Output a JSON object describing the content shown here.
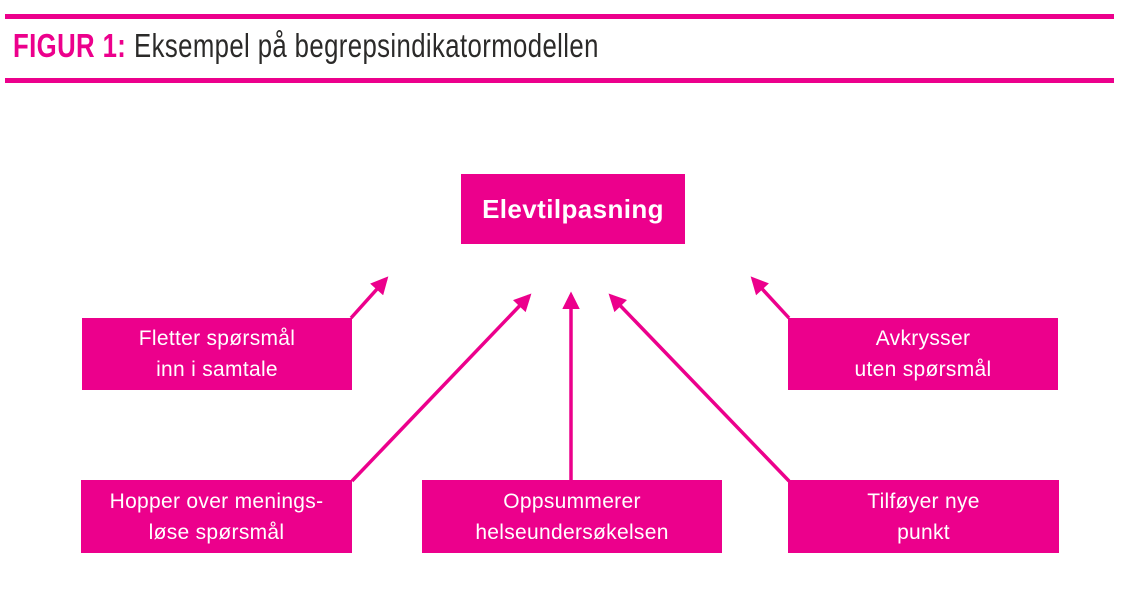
{
  "figure": {
    "label": "FIGUR 1:",
    "title": "Eksempel på begrepsindikatormodellen"
  },
  "colors": {
    "accent": "#ec008c",
    "title_text": "#2b2a29",
    "box_text": "#ffffff",
    "background": "#ffffff"
  },
  "diagram": {
    "target": {
      "label": "Elevtilpasning"
    },
    "sources": [
      {
        "line1": "Fletter spørsmål",
        "line2": "inn i samtale"
      },
      {
        "line1": "Avkrysser",
        "line2": "uten spørsmål"
      },
      {
        "line1": "Hopper over menings-",
        "line2": "løse spørsmål"
      },
      {
        "line1": "Oppsummerer",
        "line2": "helseundersøkelsen"
      },
      {
        "line1": "Tilføyer nye",
        "line2": "punkt"
      }
    ]
  }
}
